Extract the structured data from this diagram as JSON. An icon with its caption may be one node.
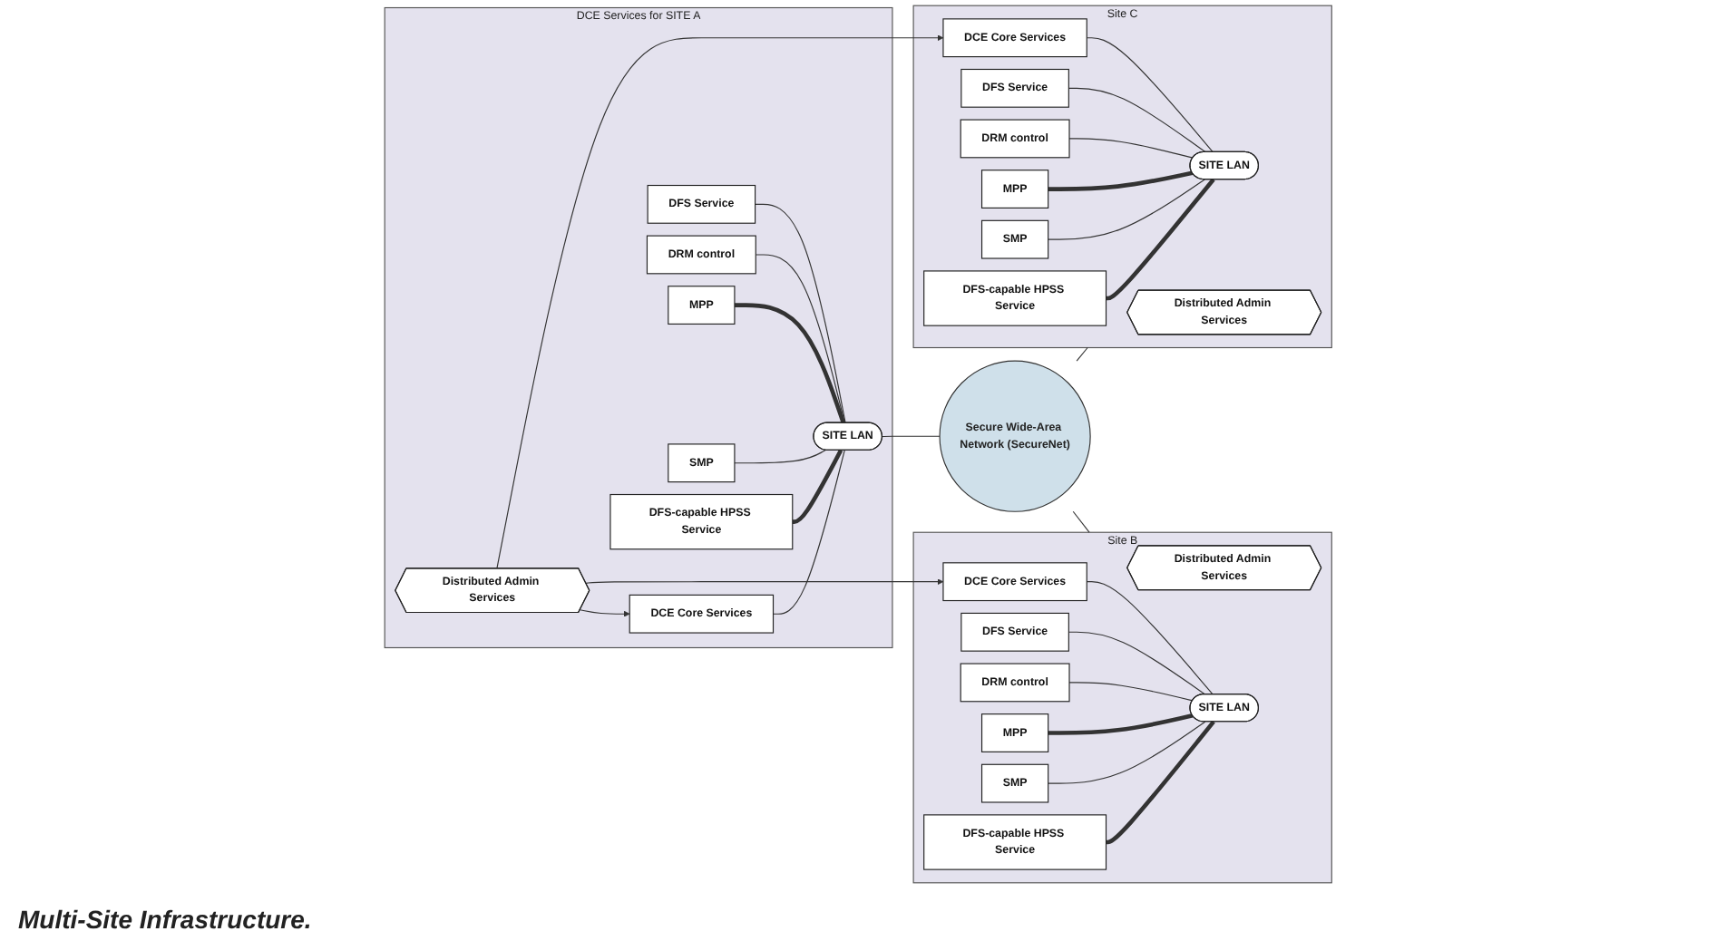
{
  "diagram": {
    "caption": "Multi-Site Infrastructure.",
    "nodes": [
      {
        "text": [
          "DCE Services for SITE A"
        ]
      },
      {
        "text": [
          "Distributed Admin Services"
        ],
        "in": 0
      },
      {
        "text": [
          "DCE Core Services"
        ],
        "in": 0
      },
      {
        "text": [
          "DFS Service"
        ],
        "in": 0
      },
      {
        "text": [
          "DRM control"
        ],
        "in": 0
      },
      {
        "text": [
          "SITE LAN"
        ],
        "in": 0
      },
      {
        "text": [
          "MPP"
        ],
        "in": 0
      },
      {
        "text": [
          "SMP"
        ],
        "in": 0
      },
      {
        "text": [
          "DFS-capable HPSS Service"
        ],
        "in": 0
      },
      {
        "text": [
          "Secure Wide-Area Network (SecureNet)"
        ]
      },
      {
        "text": [
          "Site B"
        ]
      },
      {
        "text": [
          "Distributed Admin Services"
        ],
        "in": 10
      },
      {
        "text": [
          "DCE Core Services"
        ],
        "in": 10
      },
      {
        "text": [
          "DFS Service"
        ],
        "in": 10
      },
      {
        "text": [
          "DRM control"
        ],
        "in": 10
      },
      {
        "text": [
          "SITE LAN"
        ],
        "in": 10
      },
      {
        "text": [
          "MPP"
        ],
        "in": 10
      },
      {
        "text": [
          "SMP"
        ],
        "in": 10
      },
      {
        "text": [
          "DFS-capable HPSS Service"
        ],
        "in": 10
      },
      {
        "text": [
          "Site C"
        ]
      },
      {
        "text": [
          "Distributed Admin Services"
        ],
        "in": 19
      },
      {
        "text": [
          "DCE Core Services"
        ],
        "in": 19
      },
      {
        "text": [
          "DFS Service"
        ],
        "in": 19
      },
      {
        "text": [
          "DRM control"
        ],
        "in": 19
      },
      {
        "text": [
          "SITE LAN"
        ],
        "in": 19
      },
      {
        "text": [
          "MPP"
        ],
        "in": 19
      },
      {
        "text": [
          "SMP"
        ],
        "in": 19
      },
      {
        "text": [
          "DFS-capable HPSS Service"
        ],
        "in": 19
      }
    ],
    "edges": [
      {
        "from": 1,
        "to": 2,
        "arrow": "to"
      },
      {
        "from": 1,
        "to": 12,
        "arrow": "to"
      },
      {
        "from": 1,
        "to": 21,
        "arrow": "to"
      },
      {
        "from": 2,
        "to": 5,
        "arrow": "none"
      },
      {
        "from": 3,
        "to": 5,
        "arrow": "none"
      },
      {
        "from": 4,
        "to": 5,
        "arrow": "none"
      },
      {
        "from": 6,
        "to": 5,
        "arrow": "none",
        "style": "thick"
      },
      {
        "from": 7,
        "to": 5,
        "arrow": "none"
      },
      {
        "from": 8,
        "to": 5,
        "arrow": "none",
        "style": "thick"
      },
      {
        "from": 5,
        "to": 9,
        "arrow": "none"
      },
      {
        "from": 9,
        "to": 10,
        "arrow": "none"
      },
      {
        "from": 9,
        "to": 19,
        "arrow": "none"
      },
      {
        "from": 12,
        "to": 15,
        "arrow": "none"
      },
      {
        "from": 13,
        "to": 15,
        "arrow": "none"
      },
      {
        "from": 14,
        "to": 15,
        "arrow": "none"
      },
      {
        "from": 16,
        "to": 15,
        "arrow": "none",
        "style": "thick"
      },
      {
        "from": 17,
        "to": 15,
        "arrow": "none"
      },
      {
        "from": 18,
        "to": 15,
        "arrow": "none",
        "style": "thick"
      },
      {
        "from": 21,
        "to": 24,
        "arrow": "none"
      },
      {
        "from": 22,
        "to": 24,
        "arrow": "none"
      },
      {
        "from": 23,
        "to": 24,
        "arrow": "none"
      },
      {
        "from": 25,
        "to": 24,
        "arrow": "none",
        "style": "thick"
      },
      {
        "from": 26,
        "to": 24,
        "arrow": "none"
      },
      {
        "from": 27,
        "to": 24,
        "arrow": "none",
        "style": "thick"
      }
    ]
  }
}
